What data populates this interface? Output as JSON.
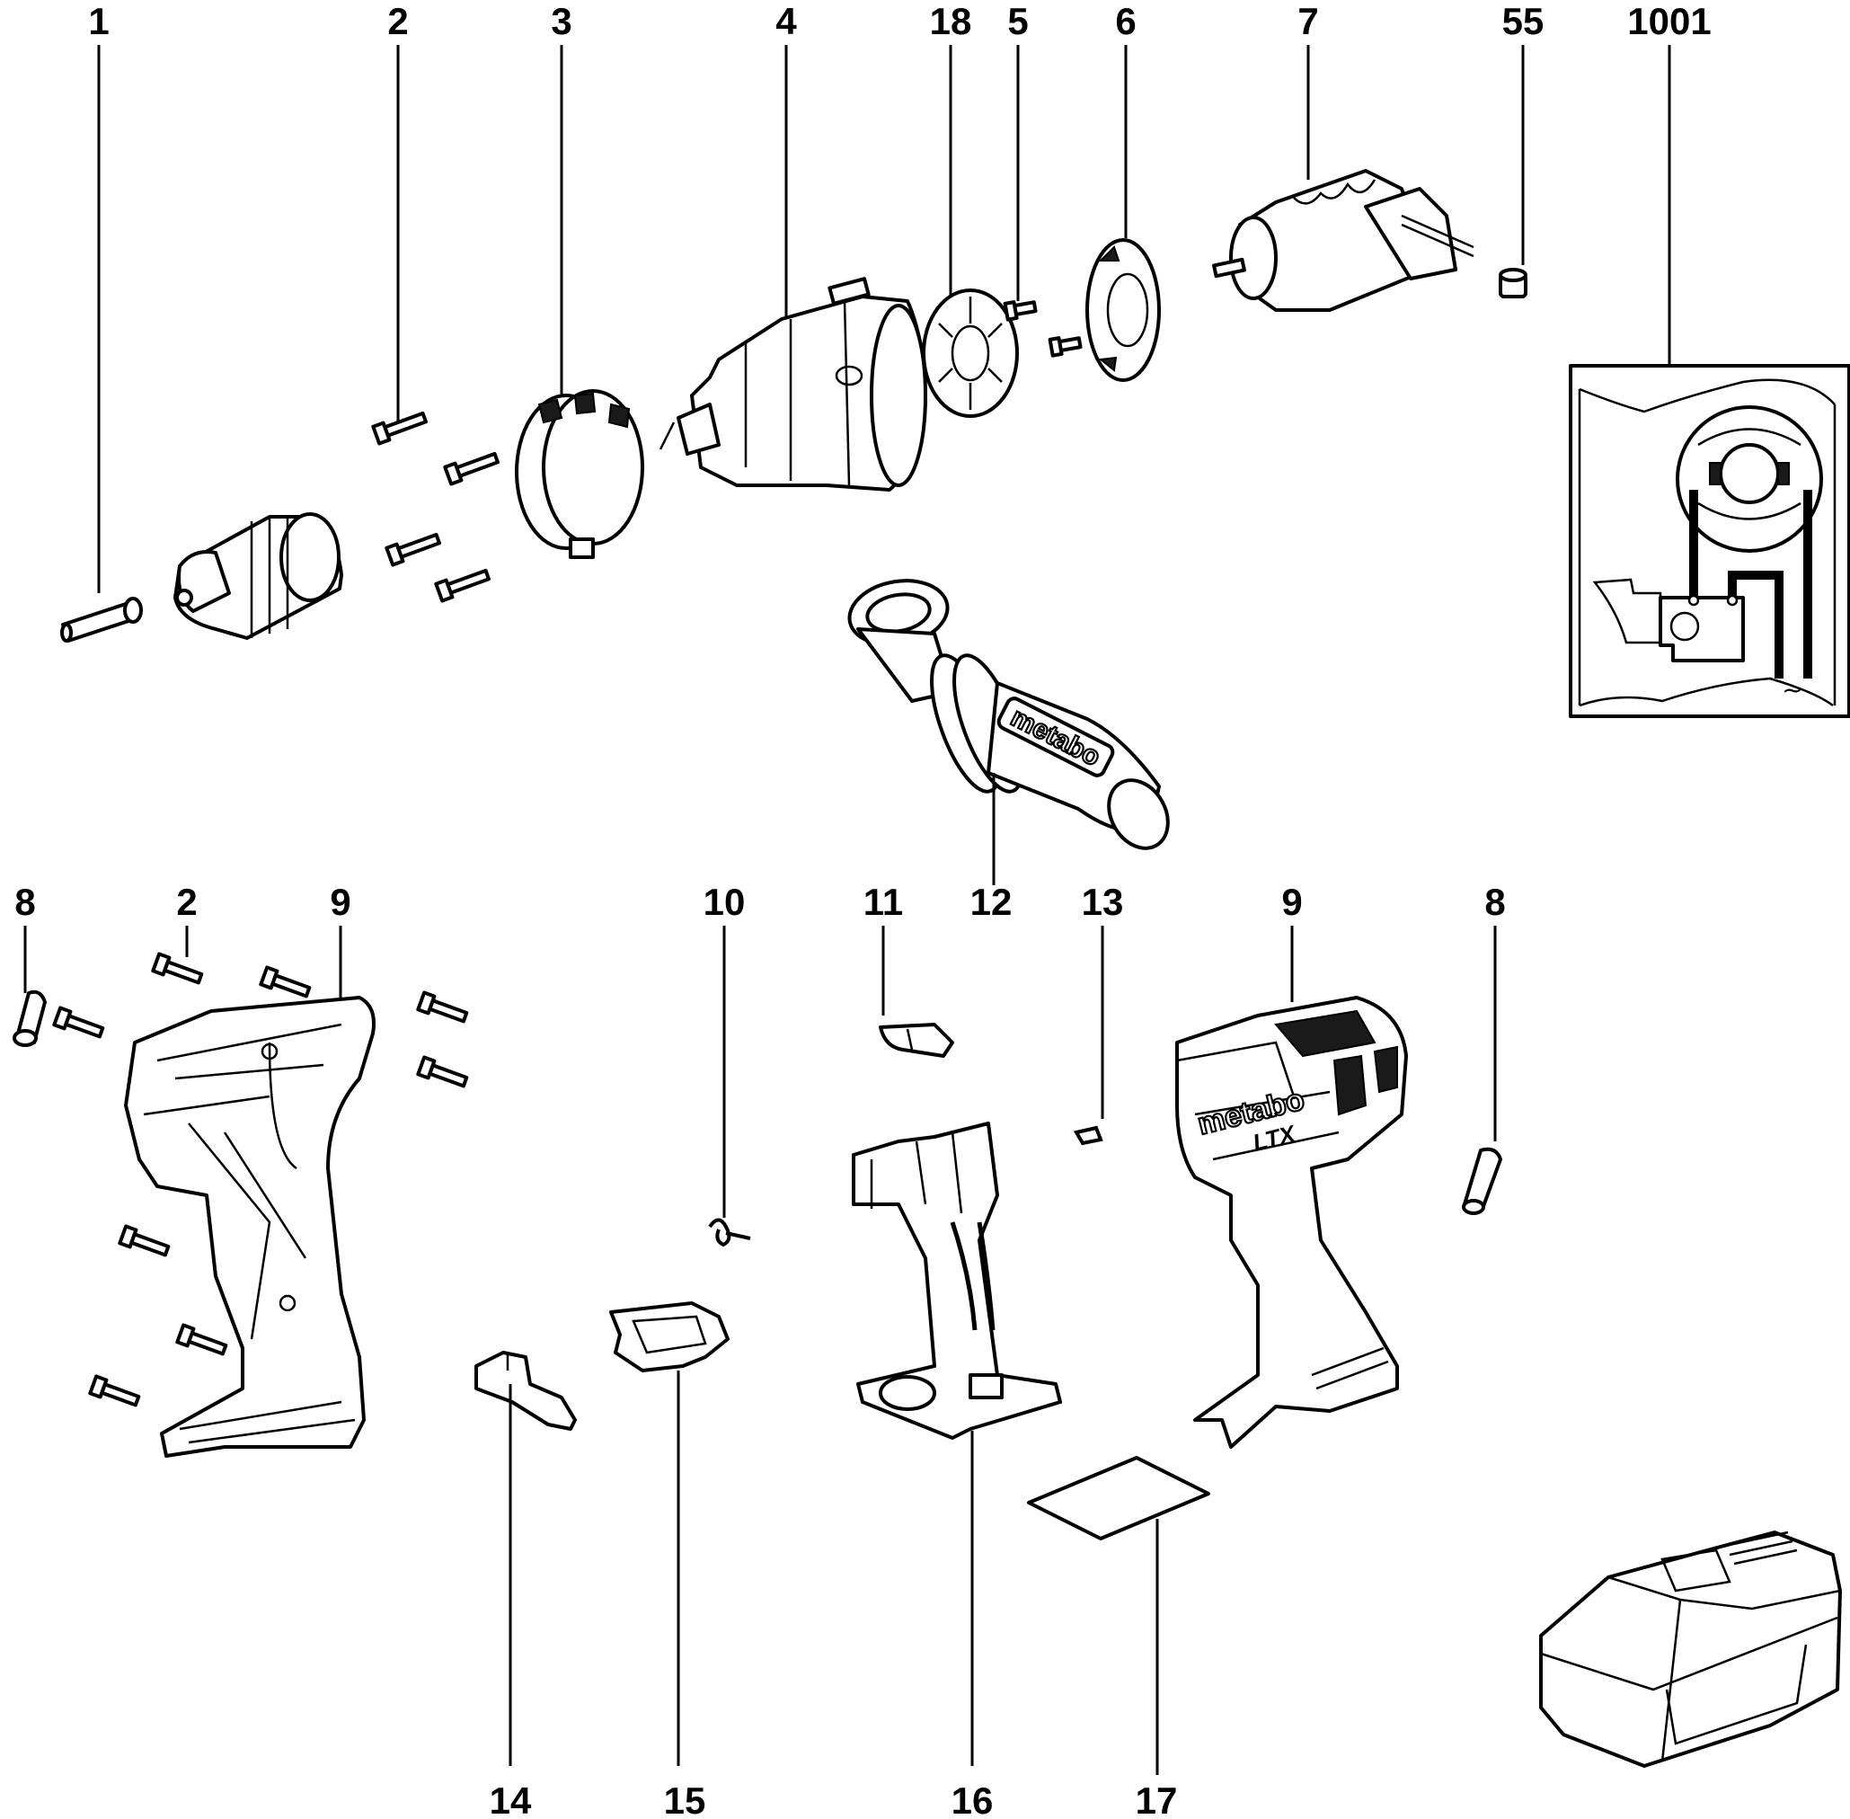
{
  "diagram": {
    "title": "Exploded parts diagram — cordless drill",
    "callouts": {
      "p1": "1",
      "p2a": "2",
      "p3": "3",
      "p4": "4",
      "p18": "18",
      "p5": "5",
      "p6": "6",
      "p7": "7",
      "p55": "55",
      "p1001": "1001",
      "p8a": "8",
      "p2b": "2",
      "p9a": "9",
      "p10": "10",
      "p11": "11",
      "p12": "12",
      "p13": "13",
      "p9b": "9",
      "p8b": "8",
      "p14": "14",
      "p15": "15",
      "p16": "16",
      "p17": "17"
    },
    "brand": {
      "handle_logo": "metabo",
      "housing_logo": "metabo",
      "housing_series": "LTX"
    },
    "schematic": {
      "ac_symbol": "~"
    },
    "colors": {
      "line": "#000000",
      "background": "#ffffff"
    }
  }
}
